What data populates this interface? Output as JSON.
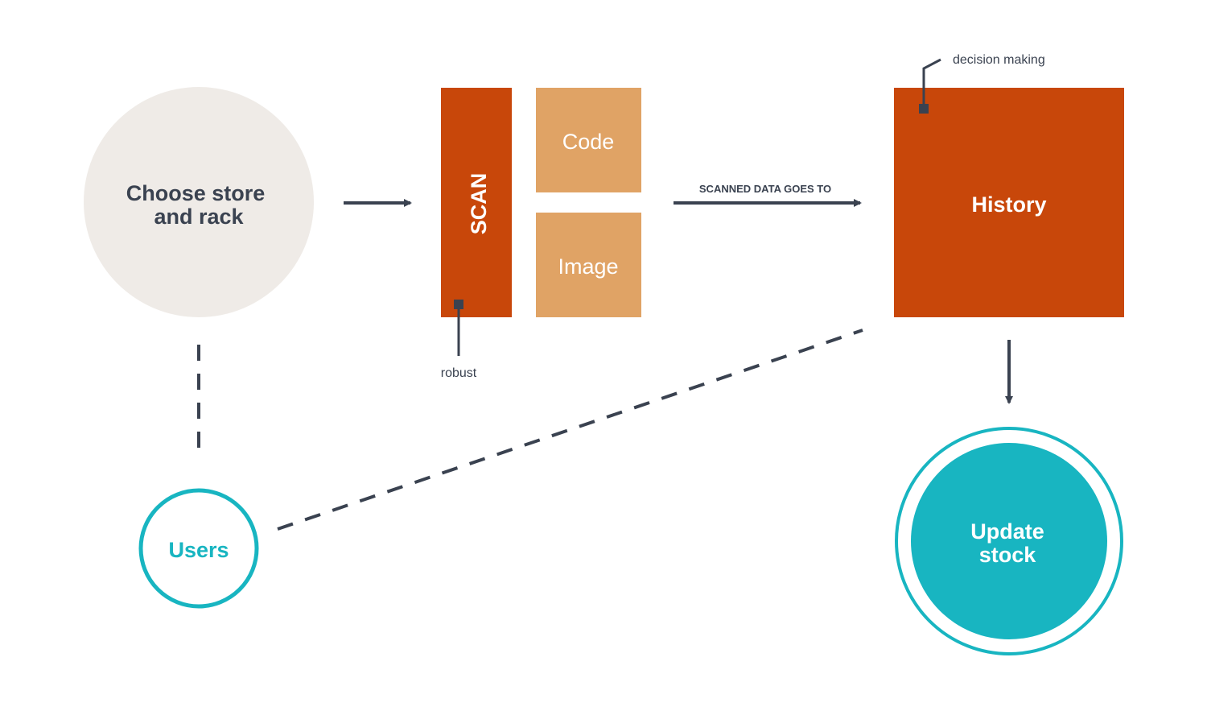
{
  "colors": {
    "background": "#ffffff",
    "rust": "#c8470a",
    "tan": "#e0a365",
    "teal": "#18b5c1",
    "beige": "#efebe7",
    "dark": "#3a4250",
    "white": "#ffffff"
  },
  "nodes": {
    "choose": {
      "line1": "Choose store",
      "line2": "and rack"
    },
    "scan": {
      "label": "SCAN"
    },
    "code": {
      "label": "Code"
    },
    "image": {
      "label": "Image"
    },
    "history": {
      "label": "History"
    },
    "users": {
      "label": "Users"
    },
    "update": {
      "line1": "Update",
      "line2": "stock"
    }
  },
  "annotations": {
    "robust": "robust",
    "decision": "decision making"
  },
  "edges": {
    "scan_to_history": "SCANNED DATA GOES TO"
  }
}
